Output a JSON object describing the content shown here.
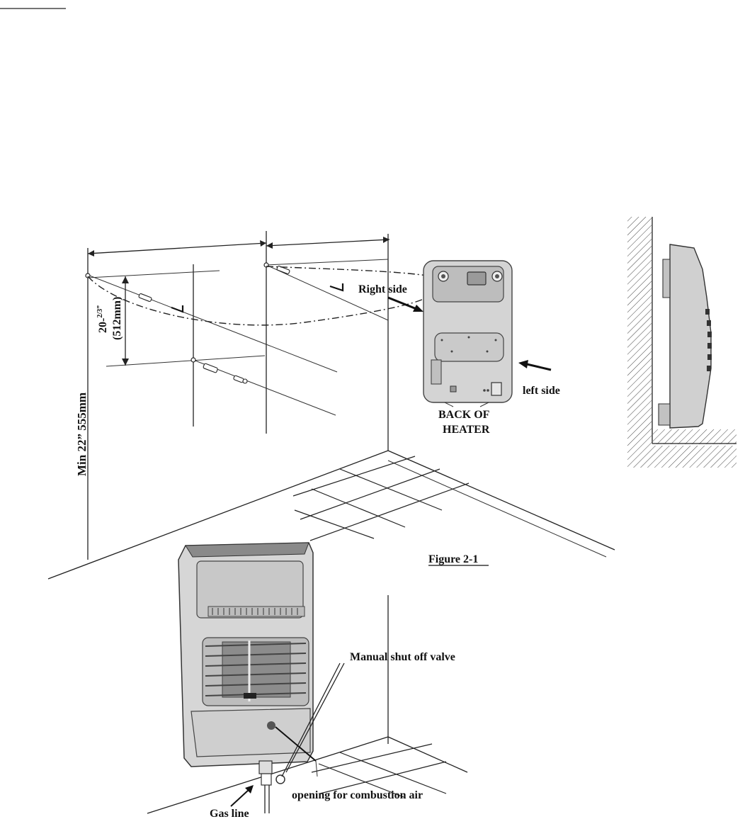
{
  "labels": {
    "right_side": "Right side",
    "left_side": "left side",
    "back_of_heater_line1": "BACK OF",
    "back_of_heater_line2": "HEATER",
    "dimension_vertical": "20-",
    "dimension_vertical_sup": "2/3”",
    "dimension_vertical_mm": "(512mm)",
    "min_height": "Min 22” 555mm",
    "figure_caption": "Figure 2-1",
    "manual_shut_off_valve": "Manual shut off valve",
    "opening_for_combustion_air": "opening for combustion air",
    "gas_line": "Gas line"
  },
  "colors": {
    "line": "#222222",
    "heater_body": "#d4d4d4",
    "heater_panel": "#bdbdbd",
    "heater_dark": "#6a6a6a"
  }
}
